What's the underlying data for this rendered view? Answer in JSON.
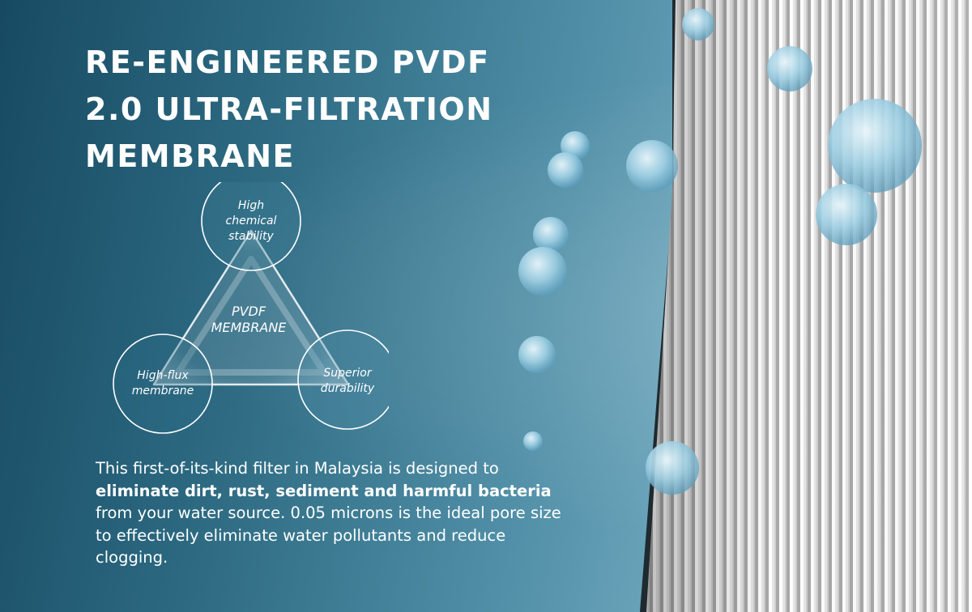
{
  "headline": {
    "line1": "RE-ENGINEERED PVDF",
    "line2": "2.0 ULTRA-FILTRATION",
    "line3": "MEMBRANE"
  },
  "diagram": {
    "center": {
      "line1": "PVDF",
      "line2": "MEMBRANE"
    },
    "top": {
      "line1": "High",
      "line2": "chemical",
      "line3": "stability"
    },
    "left": {
      "line1": "High-flux",
      "line2": "membrane"
    },
    "right": {
      "line1": "Superior",
      "line2": "durability"
    }
  },
  "description": {
    "part1": "This first-of-its-kind filter in Malaysia is designed to ",
    "bold": "eliminate dirt, rust, sediment and harmful bacteria",
    "part2": " from your water source. 0.05 microns is the ideal pore size to effectively eliminate water pollutants and reduce clogging."
  },
  "colors": {
    "background_dark": "#174a62",
    "background_light": "#96c4d6",
    "text": "#ffffff",
    "filter_panel": "#dcdcdc",
    "filter_edge": "#1e2a30"
  }
}
